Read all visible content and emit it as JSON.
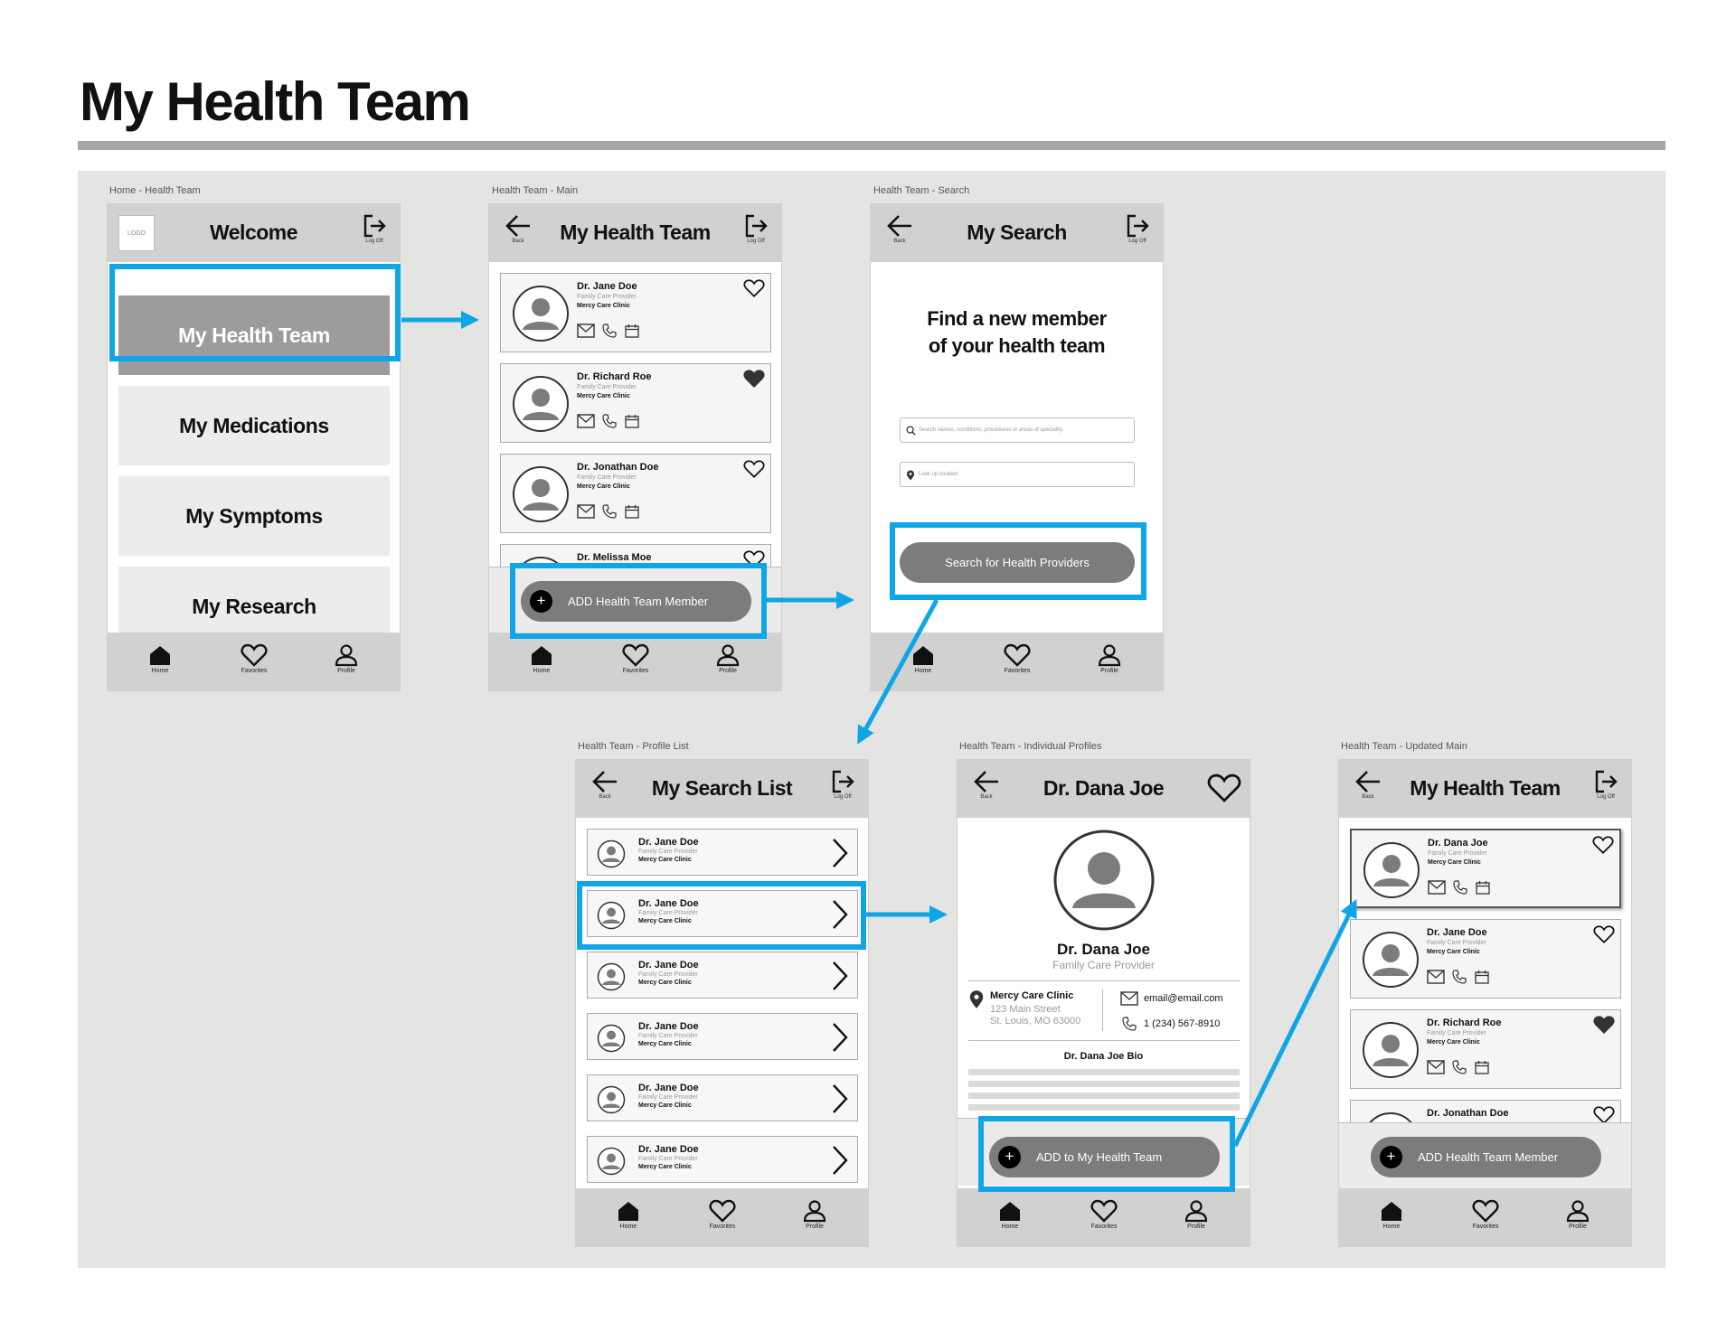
{
  "page": {
    "title": "My Health Team"
  },
  "icons": {
    "back": "arrow-left-icon",
    "logoff": "logout-icon",
    "home": "home-icon",
    "favorites": "heart-icon",
    "profile": "person-icon",
    "mail": "mail-icon",
    "phone": "phone-icon",
    "calendar": "calendar-icon",
    "search": "search-icon",
    "location": "location-pin-icon",
    "chevron": "chevron-right-icon",
    "plus": "plus-icon"
  },
  "colors": {
    "highlight": "#0ea6e6",
    "bar": "#d1d1d1",
    "pill": "#7c7c7c",
    "active_menu": "#9c9c9c"
  },
  "common": {
    "back": "Back",
    "logoff": "Log Off",
    "nav": {
      "home": "Home",
      "favorites": "Favorites",
      "profile": "Profile"
    },
    "plus": "+"
  },
  "screens": {
    "home": {
      "label": "Home - Health Team",
      "title": "Welcome",
      "logo": "LOGO",
      "menu": [
        "My Health Team",
        "My Medications",
        "My Symptoms",
        "My Research"
      ]
    },
    "main": {
      "label": "Health Team - Main",
      "title": "My Health Team",
      "cards": [
        {
          "name": "Dr. Jane Doe",
          "specialty": "Family Care Provider",
          "clinic": "Mercy Care Clinic",
          "favorite": false
        },
        {
          "name": "Dr. Richard Roe",
          "specialty": "Family Care Provider",
          "clinic": "Mercy Care Clinic",
          "favorite": true
        },
        {
          "name": "Dr. Jonathan Doe",
          "specialty": "Family Care Provider",
          "clinic": "Mercy Care Clinic",
          "favorite": false
        },
        {
          "name": "Dr. Melissa Moe",
          "specialty": "",
          "clinic": "",
          "favorite": false
        }
      ],
      "add_button": "ADD Health Team Member"
    },
    "search": {
      "label": "Health Team - Search",
      "title": "My Search",
      "heading_1": "Find a new member",
      "heading_2": "of your health team",
      "search_placeholder": "Search names, conditions, procedures or areas of speciality",
      "location_placeholder": "Look up location",
      "search_button": "Search for Health Providers"
    },
    "list": {
      "label": "Health Team - Profile List",
      "title": "My Search List",
      "items": [
        {
          "name": "Dr. Jane Doe",
          "specialty": "Family Care Provider",
          "clinic": "Mercy Care Clinic"
        },
        {
          "name": "Dr. Jane Doe",
          "specialty": "Family Care Provider",
          "clinic": "Mercy Care Clinic"
        },
        {
          "name": "Dr. Jane Doe",
          "specialty": "Family Care Provider",
          "clinic": "Mercy Care Clinic"
        },
        {
          "name": "Dr. Jane Doe",
          "specialty": "Family Care Provider",
          "clinic": "Mercy Care Clinic"
        },
        {
          "name": "Dr. Jane Doe",
          "specialty": "Family Care Provider",
          "clinic": "Mercy Care Clinic"
        },
        {
          "name": "Dr. Jane Doe",
          "specialty": "Family Care Provider",
          "clinic": "Mercy Care Clinic"
        }
      ]
    },
    "profile": {
      "label": "Health Team - Individual Profiles",
      "title": "Dr. Dana Joe",
      "name": "Dr. Dana Joe",
      "specialty": "Family Care Provider",
      "clinic": "Mercy Care Clinic",
      "street": "123 Main Street",
      "city": "St. Louis, MO 63000",
      "email": "email@email.com",
      "phone": "1 (234) 567-8910",
      "bio_title": "Dr. Dana Joe Bio",
      "add_button": "ADD to My Health Team"
    },
    "updated": {
      "label": "Health Team - Updated Main",
      "title": "My Health Team",
      "cards": [
        {
          "name": "Dr. Dana Joe",
          "specialty": "Family Care Provider",
          "clinic": "Mercy Care Clinic",
          "favorite": false
        },
        {
          "name": "Dr. Jane Doe",
          "specialty": "Family Care Provider",
          "clinic": "Mercy Care Clinic",
          "favorite": false
        },
        {
          "name": "Dr. Richard Roe",
          "specialty": "Family Care Provider",
          "clinic": "Mercy Care Clinic",
          "favorite": true
        },
        {
          "name": "Dr. Jonathan Doe",
          "specialty": "",
          "clinic": "",
          "favorite": false
        }
      ],
      "add_button": "ADD Health Team Member"
    }
  }
}
